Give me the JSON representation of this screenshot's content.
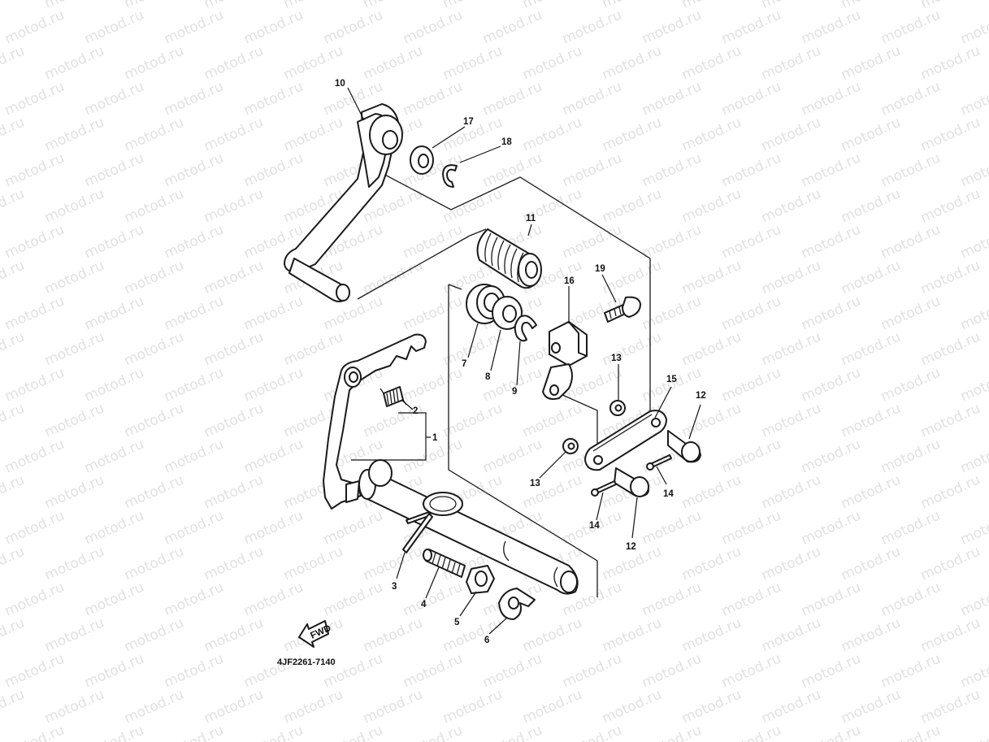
{
  "watermark": "motod.ru",
  "drawing_code": "4JF2261-7140",
  "fwd_label": "FWD",
  "callouts": {
    "c1": "1",
    "c2": "2",
    "c3": "3",
    "c4": "4",
    "c5": "5",
    "c6": "6",
    "c7": "7",
    "c8": "8",
    "c9": "9",
    "c10": "10",
    "c11": "11",
    "c12a": "12",
    "c12b": "12",
    "c13a": "13",
    "c13b": "13",
    "c14a": "14",
    "c14b": "14",
    "c15": "15",
    "c16": "16",
    "c17": "17",
    "c18": "18",
    "c19": "19"
  },
  "colors": {
    "line": "#1a1a1a",
    "watermark": "#c9c9c9",
    "background": "#ffffff"
  }
}
